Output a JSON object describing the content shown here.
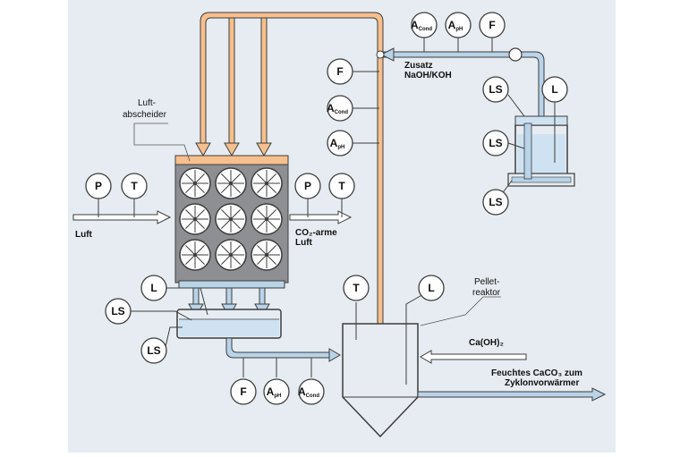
{
  "colors": {
    "background": "#e6ecf1",
    "orange_pipe": "#f6c08e",
    "blue_pipe": "#b9d3e8",
    "water": "#cfe2f1",
    "outline": "#3d3d3d"
  },
  "labels": {
    "luftabscheider": [
      "Luft-",
      "abscheider"
    ],
    "luft": "Luft",
    "co2_arme_luft": [
      "CO₂-arme",
      "Luft"
    ],
    "zusatz": [
      "Zusatz",
      "NaOH/KOH"
    ],
    "pelletreaktor": [
      "Pellet-",
      "reaktor"
    ],
    "caoh2": "Ca(OH)₂",
    "feuchtes": [
      "Feuchtes CaCO₃ zum",
      "Zyklonvorwärmer"
    ]
  },
  "instruments": [
    {
      "id": "p-in",
      "main": "P",
      "sub": ""
    },
    {
      "id": "t-in",
      "main": "T",
      "sub": ""
    },
    {
      "id": "p-out",
      "main": "P",
      "sub": ""
    },
    {
      "id": "t-out",
      "main": "T",
      "sub": ""
    },
    {
      "id": "l-basin",
      "main": "L",
      "sub": ""
    },
    {
      "id": "ls-basin-1",
      "main": "LS",
      "sub": ""
    },
    {
      "id": "ls-basin-2",
      "main": "LS",
      "sub": ""
    },
    {
      "id": "f-bottom",
      "main": "F",
      "sub": ""
    },
    {
      "id": "aph-bottom",
      "main": "A",
      "sub": "pH"
    },
    {
      "id": "acond-bottom",
      "main": "A",
      "sub": "Cond"
    },
    {
      "id": "t-reactor",
      "main": "T",
      "sub": ""
    },
    {
      "id": "l-reactor",
      "main": "L",
      "sub": ""
    },
    {
      "id": "f-riser",
      "main": "F",
      "sub": ""
    },
    {
      "id": "acond-riser",
      "main": "A",
      "sub": "Cond"
    },
    {
      "id": "aph-riser",
      "main": "A",
      "sub": "pH"
    },
    {
      "id": "acond-top",
      "main": "A",
      "sub": "Cond"
    },
    {
      "id": "aph-top",
      "main": "A",
      "sub": "pH"
    },
    {
      "id": "f-top",
      "main": "F",
      "sub": ""
    },
    {
      "id": "ls-tank-1",
      "main": "LS",
      "sub": ""
    },
    {
      "id": "l-tank",
      "main": "L",
      "sub": ""
    },
    {
      "id": "ls-tank-2",
      "main": "LS",
      "sub": ""
    },
    {
      "id": "ls-tank-3",
      "main": "LS",
      "sub": ""
    }
  ]
}
